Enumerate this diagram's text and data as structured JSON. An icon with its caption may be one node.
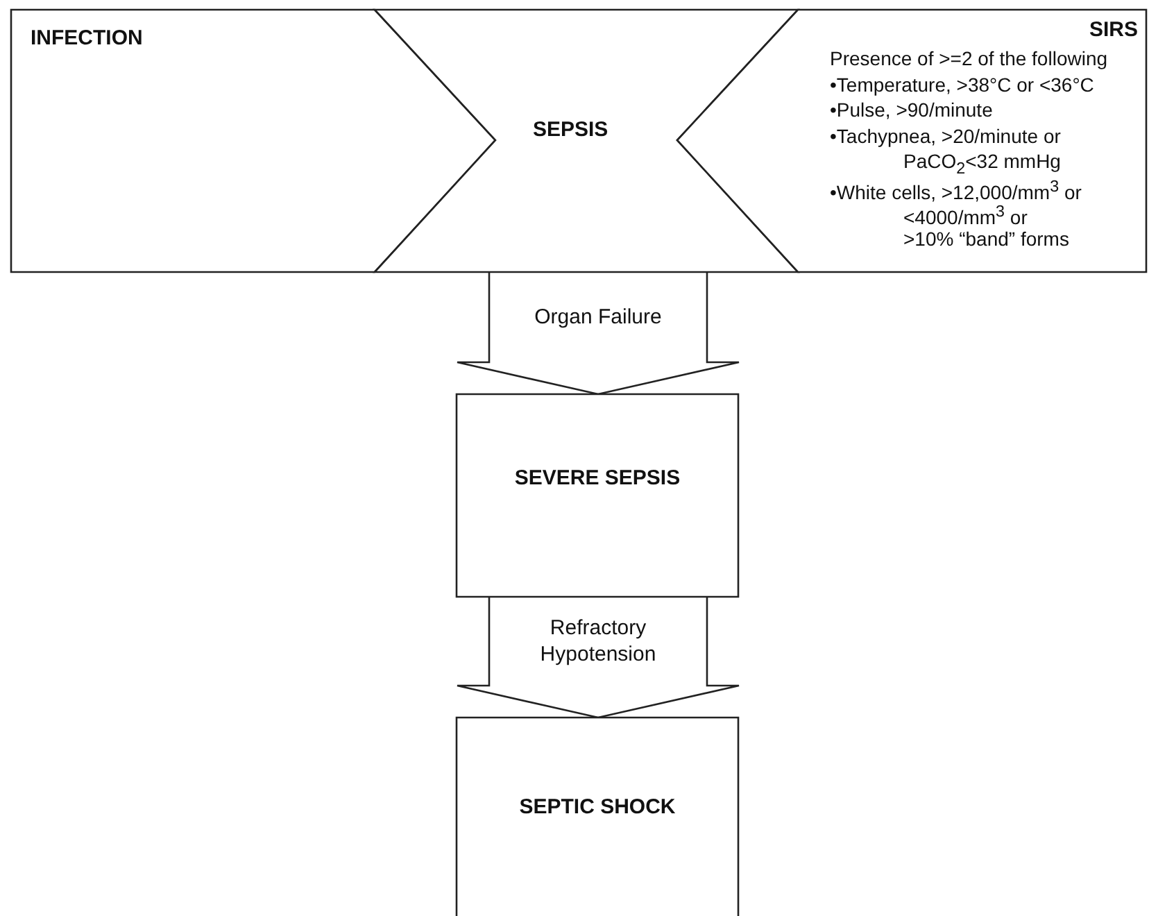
{
  "diagram": {
    "nodes": [
      {
        "text": [
          "INFECTION"
        ]
      },
      {
        "text": [
          "SEPSIS"
        ]
      },
      {
        "text": [
          "SIRS",
          "Presence of >=2 of the following",
          "•Temperature, >38°C or <36°C",
          "•Pulse, >90/minute",
          "•Tachypnea, >20/minute or",
          "PaCO$_{2}$<32 mmHg",
          "•White cells, >12,000/mm$^{3}$ or",
          "<4000/mm$^{3}$ or",
          ">10% “band” forms"
        ]
      },
      {
        "text": [
          "SEVERE SEPSIS"
        ]
      },
      {
        "text": [
          "SEPTIC SHOCK"
        ]
      }
    ],
    "edges": [
      {
        "from": 1,
        "to": 3,
        "arrow": "to",
        "label": "Organ Failure"
      },
      {
        "from": 3,
        "to": 4,
        "arrow": "to",
        "label": "Refractory Hypotension"
      }
    ]
  }
}
